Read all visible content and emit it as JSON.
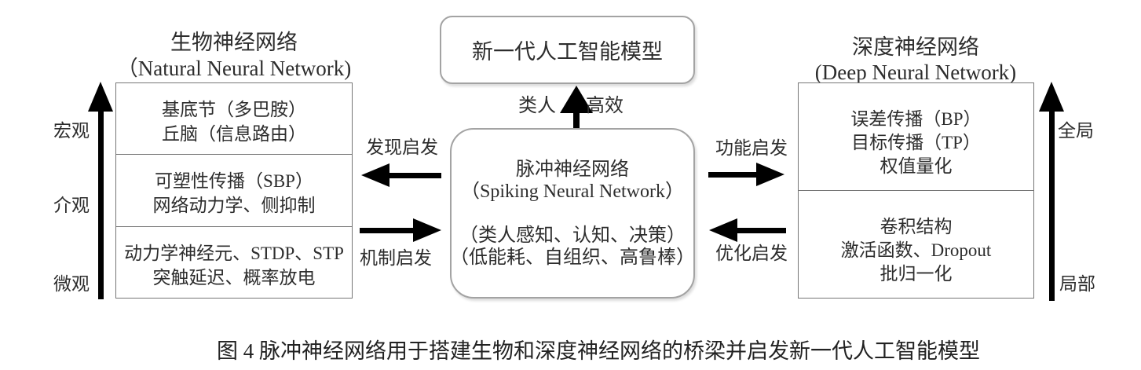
{
  "colors": {
    "background": "#ffffff",
    "text": "#2d2d2d",
    "box_border": "#767676",
    "round_border": "#a3a3a3",
    "arrow": "#000000"
  },
  "left_panel": {
    "title": "生物神经网络",
    "subtitle": "（Natural Neural Network)",
    "axis": {
      "top": "宏观",
      "middle": "介观",
      "bottom": "微观"
    },
    "box": {
      "sections": [
        {
          "lines": [
            "基底节（多巴胺）",
            "丘脑（信息路由）"
          ]
        },
        {
          "lines": [
            "可塑性传播（SBP）",
            "网络动力学、侧抑制"
          ]
        },
        {
          "lines": [
            "动力学神经元、STDP、STP",
            "突触延迟、概率放电"
          ]
        }
      ]
    }
  },
  "center_panel": {
    "top_box_label": "新一代人工智能模型",
    "bridge_labels": {
      "left": "类人",
      "right": "高效"
    },
    "main_box": {
      "lines": [
        "脉冲神经网络",
        "（Spiking Neural Network）",
        "（类人感知、认知、决策）",
        "（低能耗、自组织、高鲁棒）"
      ]
    },
    "arrow_labels": {
      "discovery": "发现启发",
      "mechanism": "机制启发",
      "function": "功能启发",
      "optimization": "优化启发"
    }
  },
  "right_panel": {
    "title": "深度神经网络",
    "subtitle": "(Deep Neural Network)",
    "axis": {
      "top": "全局",
      "bottom": "局部"
    },
    "box": {
      "sections": [
        {
          "lines": [
            "误差传播（BP）",
            "目标传播（TP）",
            "权值量化"
          ]
        },
        {
          "lines": [
            "卷积结构",
            "激活函数、Dropout",
            "批归一化"
          ]
        }
      ]
    }
  },
  "caption": "图 4 脉冲神经网络用于搭建生物和深度神经网络的桥梁并启发新一代人工智能模型"
}
